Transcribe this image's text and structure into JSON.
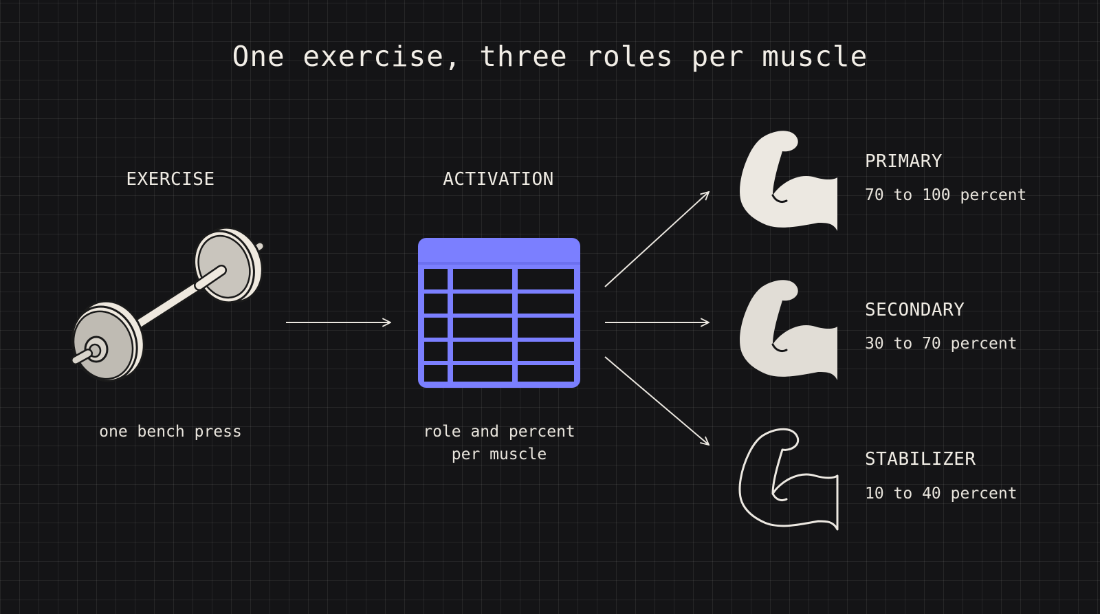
{
  "title": "One exercise, three roles per muscle",
  "exercise": {
    "label": "EXERCISE",
    "caption": "one bench press",
    "icon": "barbell-icon"
  },
  "activation": {
    "label": "ACTIVATION",
    "caption_line1": "role and percent",
    "caption_line2": "per muscle",
    "icon": "table-icon",
    "accent_color": "#7b7fff"
  },
  "roles": [
    {
      "name": "PRIMARY",
      "range": "70 to 100 percent",
      "icon": "flexed-bicep-solid-icon"
    },
    {
      "name": "SECONDARY",
      "range": "30 to 70 percent",
      "icon": "flexed-bicep-solid-icon"
    },
    {
      "name": "STABILIZER",
      "range": "10 to 40 percent",
      "icon": "flexed-bicep-outline-icon"
    }
  ],
  "colors": {
    "background": "#141416",
    "foreground": "#ece8e1",
    "accent": "#7b7fff"
  }
}
